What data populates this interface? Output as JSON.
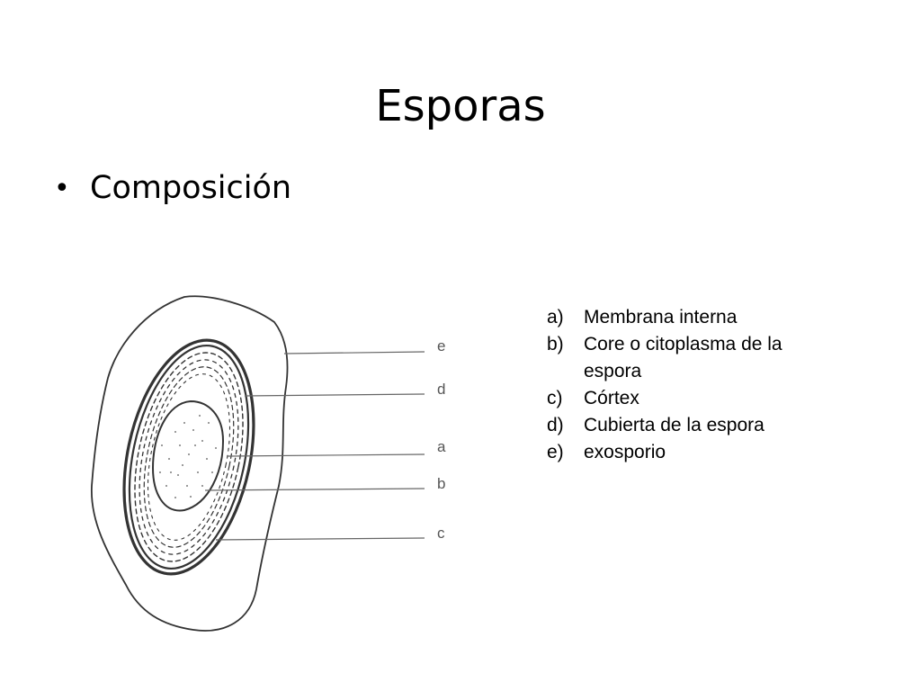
{
  "slide": {
    "title": "Esporas",
    "bullet": "Composición"
  },
  "diagram": {
    "callouts": [
      "e",
      "d",
      "a",
      "b",
      "c"
    ]
  },
  "legend": {
    "items": [
      {
        "letter": "a)",
        "text": "Membrana interna"
      },
      {
        "letter": "b)",
        "text": "Core o citoplasma de la espora"
      },
      {
        "letter": "c)",
        "text": "Córtex"
      },
      {
        "letter": "d)",
        "text": "Cubierta de la espora"
      },
      {
        "letter": "e)",
        "text": "exosporio"
      }
    ]
  }
}
